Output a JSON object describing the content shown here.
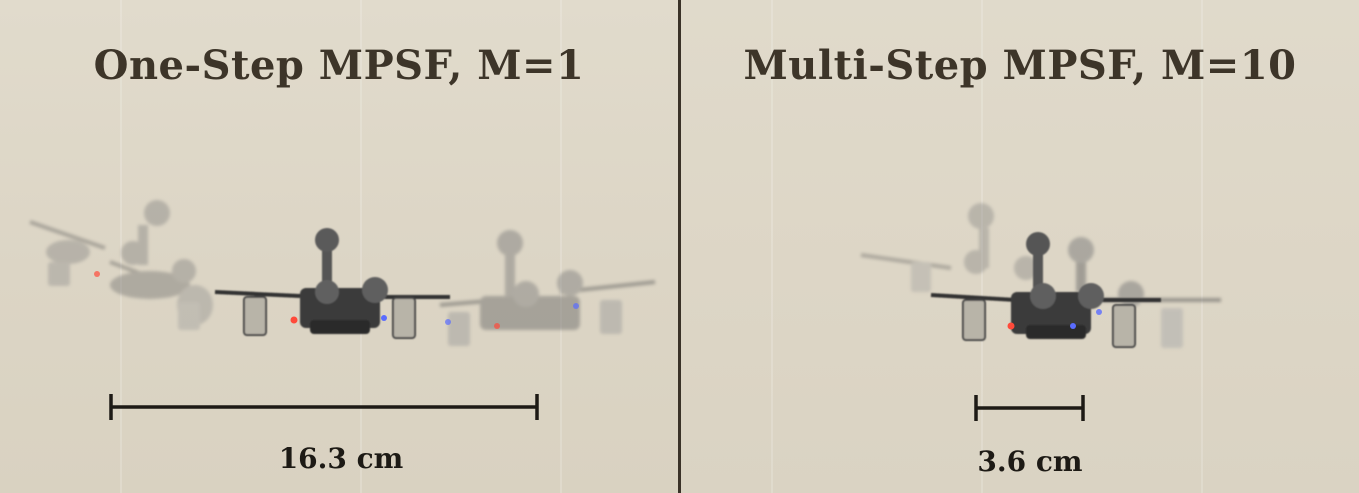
{
  "panels": [
    {
      "title": "One-Step MPSF, M=1",
      "scale_label": "16.3 cm"
    },
    {
      "title": "Multi-Step MPSF, M=10",
      "scale_label": "3.6 cm"
    }
  ],
  "colors": {
    "background": "#ddd6c6",
    "title_text": "#3d3529",
    "scale_bar": "#1d1a15",
    "divider": "#3a3228",
    "led_red": "#ff4a3a",
    "led_blue": "#5a6cff"
  }
}
